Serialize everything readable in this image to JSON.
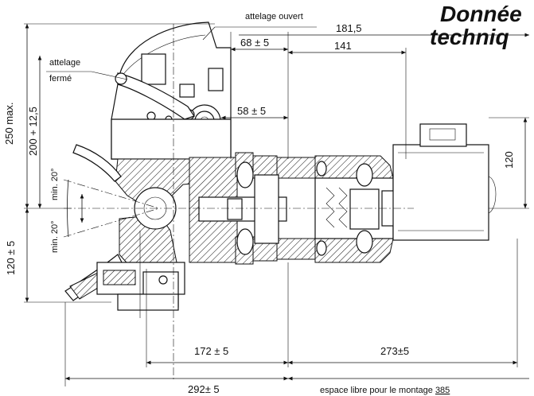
{
  "title": {
    "line1": "Donnée",
    "line2": "techniq"
  },
  "labels": {
    "attelage_ouvert": "attelage ouvert",
    "attelage_ferme_1": "attelage",
    "attelage_ferme_2": "fermé"
  },
  "dimensions": {
    "d_181_5": "181,5",
    "d_68": "68 ± 5",
    "d_141": "141",
    "d_58": "58 ± 5",
    "d_250": "250 max.",
    "d_200": "200 + 12,5",
    "d_120_right": "120",
    "d_min20_top": "min. 20°",
    "d_min20_bot": "min. 20°",
    "d_120_left": "120 ± 5",
    "d_172": "172 ± 5",
    "d_273": "273±5",
    "d_292": "292± 5",
    "bottom_text": "espace libre pour le montage",
    "bottom_value": "385"
  }
}
